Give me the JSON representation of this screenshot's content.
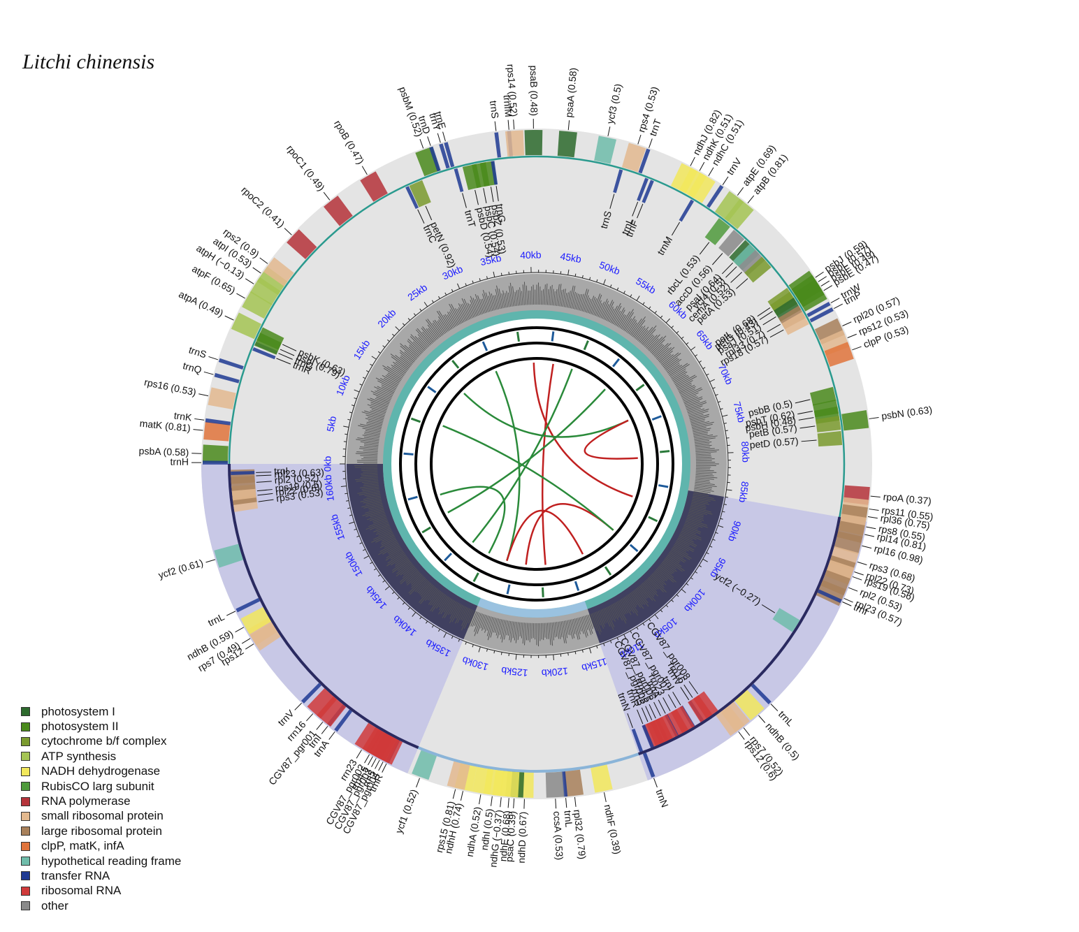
{
  "title": "Litchi chinensis",
  "legend": [
    {
      "label": "photosystem I",
      "color": "#2d6a2d"
    },
    {
      "label": "photosystem II",
      "color": "#4a8a1c"
    },
    {
      "label": "cytochrome b/f complex",
      "color": "#7a9a2e"
    },
    {
      "label": "ATP synthesis",
      "color": "#a5c454"
    },
    {
      "label": "NADH dehydrogenase",
      "color": "#f2e85c"
    },
    {
      "label": "RubisCO larg subunit",
      "color": "#4f9a3c"
    },
    {
      "label": "RNA polymerase",
      "color": "#b5333a"
    },
    {
      "label": "small ribosomal protein",
      "color": "#e3b98f"
    },
    {
      "label": "large ribosomal protein",
      "color": "#a8805a"
    },
    {
      "label": "clpP, matK, infA",
      "color": "#e0743c"
    },
    {
      "label": "hypothetical reading frame",
      "color": "#6fbcaa"
    },
    {
      "label": "transfer RNA",
      "color": "#1f3a93"
    },
    {
      "label": "ribosomal RNA",
      "color": "#d03a3a"
    },
    {
      "label": "other",
      "color": "#8a8a8a"
    }
  ],
  "kb_ticks": [
    "0kb",
    "5kb",
    "10kb",
    "15kb",
    "20kb",
    "25kb",
    "30kb",
    "35kb",
    "40kb",
    "45kb",
    "50kb",
    "55kb",
    "60kb",
    "65kb",
    "70kb",
    "75kb",
    "80kb",
    "85kb",
    "90kb",
    "95kb",
    "100kb",
    "105kb",
    "110kb",
    "115kb",
    "120kb",
    "125kb",
    "130kb",
    "135kb",
    "140kb",
    "145kb",
    "150kb",
    "155kb",
    "160kb"
  ],
  "genes_outer": [
    {
      "name": "psbA (0.58)",
      "kb": 0.8,
      "out": true,
      "cls": "ps2"
    },
    {
      "name": "trnH",
      "kb": 0.1,
      "out": true,
      "cls": "trna"
    },
    {
      "name": "matK (0.81)",
      "kb": 2.6,
      "out": true,
      "cls": "clp"
    },
    {
      "name": "trnK",
      "kb": 3.4,
      "out": true,
      "cls": "trna"
    },
    {
      "name": "rps16 (0.53)",
      "kb": 5.3,
      "out": true,
      "cls": "srp"
    },
    {
      "name": "trnQ",
      "kb": 7.0,
      "out": true,
      "cls": "trna"
    },
    {
      "name": "trnS",
      "kb": 8.2,
      "out": true,
      "cls": "trna"
    },
    {
      "name": "atpA (0.49)",
      "kb": 11.5,
      "out": true,
      "cls": "atp"
    },
    {
      "name": "atpF (0.65)",
      "kb": 13.4,
      "out": true,
      "cls": "atp"
    },
    {
      "name": "atpH (−0.13)",
      "kb": 14.7,
      "out": true,
      "cls": "atp"
    },
    {
      "name": "atpI (0.53)",
      "kb": 15.7,
      "out": true,
      "cls": "atp"
    },
    {
      "name": "rps2 (0.9)",
      "kb": 16.6,
      "out": true,
      "cls": "srp"
    },
    {
      "name": "rpoC2 (0.41)",
      "kb": 19.5,
      "out": true,
      "cls": "rpo"
    },
    {
      "name": "rpoC1 (0.49)",
      "kb": 23.5,
      "out": true,
      "cls": "rpo"
    },
    {
      "name": "rpoB (0.47)",
      "kb": 27.0,
      "out": true,
      "cls": "rpo"
    },
    {
      "name": "psbM (0.52)",
      "kb": 31.8,
      "out": true,
      "cls": "ps2"
    },
    {
      "name": "trnD",
      "kb": 32.4,
      "out": true,
      "cls": "trna"
    },
    {
      "name": "trnY",
      "kb": 33.2,
      "out": true,
      "cls": "trna"
    },
    {
      "name": "trnE",
      "kb": 33.6,
      "out": true,
      "cls": "trna"
    },
    {
      "name": "trnS",
      "kb": 37.6,
      "out": true,
      "cls": "trna"
    },
    {
      "name": "trnfM",
      "kb": 38.6,
      "out": true,
      "cls": "trna"
    },
    {
      "name": "rps14 (0.52)",
      "kb": 39.0,
      "out": true,
      "cls": "srp"
    },
    {
      "name": "psaB (0.48)",
      "kb": 40.5,
      "out": true,
      "cls": "ps1"
    },
    {
      "name": "psaA (0.58)",
      "kb": 43.2,
      "out": true,
      "cls": "ps1"
    },
    {
      "name": "ycf3 (0.5)",
      "kb": 46.3,
      "out": true,
      "cls": "hyp"
    },
    {
      "name": "rps4 (0.53)",
      "kb": 48.7,
      "out": true,
      "cls": "srp"
    },
    {
      "name": "trnT",
      "kb": 49.6,
      "out": true,
      "cls": "trna"
    },
    {
      "name": "ndhJ (0.82)",
      "kb": 53.1,
      "out": true,
      "cls": "ndh"
    },
    {
      "name": "ndhK (0.51)",
      "kb": 53.9,
      "out": true,
      "cls": "ndh"
    },
    {
      "name": "ndhC (0.51)",
      "kb": 54.7,
      "out": true,
      "cls": "ndh"
    },
    {
      "name": "trnV",
      "kb": 56.0,
      "out": true,
      "cls": "trna"
    },
    {
      "name": "atpE (0.69)",
      "kb": 57.4,
      "out": true,
      "cls": "atp"
    },
    {
      "name": "atpB (0.81)",
      "kb": 58.4,
      "out": true,
      "cls": "atp"
    },
    {
      "name": "psbJ (0.59)",
      "kb": 66.2,
      "out": true,
      "cls": "ps2"
    },
    {
      "name": "psbL (0.57)",
      "kb": 66.6,
      "out": true,
      "cls": "ps2"
    },
    {
      "name": "psbF (0.49)",
      "kb": 67.0,
      "out": true,
      "cls": "ps2"
    },
    {
      "name": "psbE (0.47)",
      "kb": 67.4,
      "out": true,
      "cls": "ps2"
    },
    {
      "name": "trnW",
      "kb": 68.5,
      "out": true,
      "cls": "trna"
    },
    {
      "name": "trnP",
      "kb": 69.0,
      "out": true,
      "cls": "trna"
    },
    {
      "name": "rpl20 (0.57)",
      "kb": 70.5,
      "out": true,
      "cls": "lrp"
    },
    {
      "name": "rps12 (0.53)",
      "kb": 71.5,
      "out": true,
      "cls": "srp"
    },
    {
      "name": "clpP (0.53)",
      "kb": 72.5,
      "out": true,
      "cls": "clp"
    },
    {
      "name": "psbN (0.63)",
      "kb": 78.0,
      "out": true,
      "cls": "ps2"
    },
    {
      "name": "rpoA (0.37)",
      "kb": 84.0,
      "out": true,
      "cls": "rpo"
    },
    {
      "name": "rps11 (0.55)",
      "kb": 85.0,
      "out": true,
      "cls": "srp"
    },
    {
      "name": "rpl36 (0.75)",
      "kb": 85.6,
      "out": true,
      "cls": "lrp"
    },
    {
      "name": "rps8 (0.55)",
      "kb": 86.4,
      "out": true,
      "cls": "srp"
    },
    {
      "name": "rpl14 (0.81)",
      "kb": 87.0,
      "out": true,
      "cls": "lrp"
    },
    {
      "name": "rpl16 (0.98)",
      "kb": 87.9,
      "out": true,
      "cls": "lrp"
    },
    {
      "name": "rps3 (0.68)",
      "kb": 89.2,
      "out": true,
      "cls": "srp"
    },
    {
      "name": "rpl22 (0.73)",
      "kb": 90.0,
      "out": true,
      "cls": "lrp"
    },
    {
      "name": "rps19 (0.56)",
      "kb": 90.4,
      "out": true,
      "cls": "srp"
    },
    {
      "name": "rpl2 (0.53)",
      "kb": 91.3,
      "out": true,
      "cls": "lrp"
    },
    {
      "name": "rpl23 (0.57)",
      "kb": 92.2,
      "out": true,
      "cls": "lrp"
    },
    {
      "name": "trnI",
      "kb": 92.5,
      "out": true,
      "cls": "trna"
    },
    {
      "name": "trnL",
      "kb": 102.2,
      "out": true,
      "cls": "trna"
    },
    {
      "name": "ndhB (0.5)",
      "kb": 103.5,
      "out": true,
      "cls": "ndh"
    },
    {
      "name": "rps7 (0.52)",
      "kb": 105.0,
      "out": true,
      "cls": "srp"
    },
    {
      "name": "rps12 (0.6)",
      "kb": 105.5,
      "out": true,
      "cls": "srp"
    },
    {
      "name": "trnN",
      "kb": 113.0,
      "out": true,
      "cls": "trna"
    },
    {
      "name": "ndhF (0.39)",
      "kb": 117.0,
      "out": true,
      "cls": "ndh"
    },
    {
      "name": "rpl32 (0.79)",
      "kb": 119.3,
      "out": true,
      "cls": "lrp"
    },
    {
      "name": "trnL",
      "kb": 120.0,
      "out": true,
      "cls": "trna"
    },
    {
      "name": "ccsA (0.53)",
      "kb": 120.8,
      "out": true,
      "cls": "oth"
    },
    {
      "name": "ndhD (0.67)",
      "kb": 123.2,
      "out": true,
      "cls": "ndh"
    },
    {
      "name": "psaC (0.39)",
      "kb": 124.0,
      "out": true,
      "cls": "ps1"
    },
    {
      "name": "ndhE (0.68)",
      "kb": 124.4,
      "out": true,
      "cls": "ndh"
    },
    {
      "name": "ndhG (−0.37)",
      "kb": 125.0,
      "out": true,
      "cls": "ndh"
    },
    {
      "name": "ndhI (0.5)",
      "kb": 125.7,
      "out": true,
      "cls": "ndh"
    },
    {
      "name": "ndhA (0.52)",
      "kb": 126.6,
      "out": true,
      "cls": "ndh"
    },
    {
      "name": "ndhH (0.74)",
      "kb": 128.0,
      "out": true,
      "cls": "ndh"
    },
    {
      "name": "rps15 (0.81)",
      "kb": 128.6,
      "out": true,
      "cls": "srp"
    },
    {
      "name": "ycf1 (0.52)",
      "kb": 131.5,
      "out": true,
      "cls": "hyp"
    },
    {
      "name": "trnR",
      "kb": 134.3,
      "out": true,
      "cls": "trna"
    },
    {
      "name": "CGV87_pgr004",
      "kb": 134.6,
      "out": true,
      "cls": "rrna"
    },
    {
      "name": "rrn5",
      "kb": 134.9,
      "out": true,
      "cls": "rrna"
    },
    {
      "name": "CGV87_pgr003",
      "kb": 135.2,
      "out": true,
      "cls": "rrna"
    },
    {
      "name": "rrn4.5",
      "kb": 135.5,
      "out": true,
      "cls": "rrna"
    },
    {
      "name": "CGV87_pgr002",
      "kb": 135.8,
      "out": true,
      "cls": "rrna"
    },
    {
      "name": "rrn23",
      "kb": 136.5,
      "out": true,
      "cls": "rrna"
    },
    {
      "name": "trnA",
      "kb": 139.0,
      "out": true,
      "cls": "trna"
    },
    {
      "name": "trnI",
      "kb": 139.7,
      "out": true,
      "cls": "trna"
    },
    {
      "name": "CGV87_pgr001",
      "kb": 140.2,
      "out": true,
      "cls": "rrna"
    },
    {
      "name": "rrn16",
      "kb": 141.2,
      "out": true,
      "cls": "rrna"
    },
    {
      "name": "trnV",
      "kb": 142.4,
      "out": true,
      "cls": "trna"
    },
    {
      "name": "rps12",
      "kb": 148.3,
      "out": true,
      "cls": "srp"
    },
    {
      "name": "rps7 (0.49)",
      "kb": 148.8,
      "out": true,
      "cls": "srp"
    },
    {
      "name": "ndhB (0.59)",
      "kb": 149.8,
      "out": true,
      "cls": "ndh"
    },
    {
      "name": "trnL",
      "kb": 151.2,
      "out": true,
      "cls": "trna"
    },
    {
      "name": "ycf2 (0.61)",
      "kb": 155.5,
      "out": true,
      "cls": "hyp"
    }
  ],
  "genes_inner": [
    {
      "name": "trnC",
      "kb": 29.4,
      "cls": "trna"
    },
    {
      "name": "petN (0.92)",
      "kb": 30.2,
      "cls": "cyt"
    },
    {
      "name": "trnT",
      "kb": 33.8,
      "cls": "trna"
    },
    {
      "name": "psbD (0.54)",
      "kb": 35.0,
      "cls": "ps2"
    },
    {
      "name": "psbC (0.54)",
      "kb": 35.8,
      "cls": "ps2"
    },
    {
      "name": "psbZ (0.53)",
      "kb": 36.5,
      "cls": "ps2"
    },
    {
      "name": "trnG",
      "kb": 37.0,
      "cls": "trna"
    },
    {
      "name": "trnS",
      "kb": 48.0,
      "cls": "trna"
    },
    {
      "name": "trnL",
      "kb": 50.3,
      "cls": "trna"
    },
    {
      "name": "trnF",
      "kb": 50.8,
      "cls": "trna"
    },
    {
      "name": "trnM",
      "kb": 54.6,
      "cls": "trna"
    },
    {
      "name": "rbcL (0.53)",
      "kb": 57.9,
      "cls": "rbc"
    },
    {
      "name": "accD (0.56)",
      "kb": 59.5,
      "cls": "oth"
    },
    {
      "name": "psaI (0.64)",
      "kb": 60.8,
      "cls": "ps1"
    },
    {
      "name": "ycf4 (0.5)",
      "kb": 61.3,
      "cls": "hyp"
    },
    {
      "name": "cemA (0.52)",
      "kb": 62.0,
      "cls": "oth"
    },
    {
      "name": "petA (0.53)",
      "kb": 62.8,
      "cls": "cyt"
    },
    {
      "name": "petL (0.68)",
      "kb": 66.2,
      "cls": "cyt"
    },
    {
      "name": "petG (0.43)",
      "kb": 66.6,
      "cls": "cyt"
    },
    {
      "name": "psaJ (0.51)",
      "kb": 67.2,
      "cls": "ps1"
    },
    {
      "name": "rpl33 (0.7)",
      "kb": 68.0,
      "cls": "lrp"
    },
    {
      "name": "rps18 (0.57)",
      "kb": 68.6,
      "cls": "srp"
    },
    {
      "name": "psbB (0.5)",
      "kb": 75.5,
      "cls": "ps2"
    },
    {
      "name": "psbT (0.62)",
      "kb": 76.6,
      "cls": "ps2"
    },
    {
      "name": "psbH (0.48)",
      "kb": 77.2,
      "cls": "ps2"
    },
    {
      "name": "petB (0.57)",
      "kb": 78.0,
      "cls": "cyt"
    },
    {
      "name": "petD (0.57)",
      "kb": 79.3,
      "cls": "cyt"
    },
    {
      "name": "ycf2 (−0.27)",
      "kb": 96.0,
      "cls": "hyp"
    },
    {
      "name": "trnN",
      "kb": 113.2,
      "cls": "trna"
    },
    {
      "name": "rps3 (0.53)",
      "kb": 159.5,
      "cls": "srp"
    },
    {
      "name": "rpl22 (0.6)",
      "kb": 160.1,
      "cls": "lrp"
    },
    {
      "name": "rps19 (0.5)",
      "kb": 160.5,
      "cls": "srp"
    },
    {
      "name": "rpl2 (0.52)",
      "kb": 161.3,
      "cls": "lrp"
    },
    {
      "name": "rpl23 (0.63)",
      "kb": 161.9,
      "cls": "lrp"
    },
    {
      "name": "trnI",
      "kb": 162.2,
      "cls": "trna"
    },
    {
      "name": "trnR",
      "kb": 10.0,
      "cls": "trna"
    },
    {
      "name": "trnG",
      "kb": 10.5,
      "cls": "trna"
    },
    {
      "name": "psbI (0.79)",
      "kb": 10.9,
      "cls": "ps2"
    },
    {
      "name": "psbK (0.63)",
      "kb": 11.4,
      "cls": "ps2"
    },
    {
      "name": "trnV",
      "kb": 107.4,
      "cls": "trna"
    },
    {
      "name": "CGV87_pgr008",
      "kb": 106.4,
      "cls": "rrna"
    },
    {
      "name": "rrn16",
      "kb": 107.0,
      "cls": "rrna"
    },
    {
      "name": "trnI",
      "kb": 108.3,
      "cls": "trna"
    },
    {
      "name": "CGV87_pgr007",
      "kb": 108.8,
      "cls": "rrna"
    },
    {
      "name": "rrn23",
      "kb": 109.4,
      "cls": "rrna"
    },
    {
      "name": "trnA",
      "kb": 109.9,
      "cls": "trna"
    },
    {
      "name": "CGV87_pgr006",
      "kb": 110.4,
      "cls": "rrna"
    },
    {
      "name": "rrn4.5",
      "kb": 110.9,
      "cls": "rrna"
    },
    {
      "name": "CGV87_pgr005",
      "kb": 111.3,
      "cls": "rrna"
    },
    {
      "name": "rrn5",
      "kb": 111.7,
      "cls": "rrna"
    },
    {
      "name": "trnR",
      "kb": 112.2,
      "cls": "trna"
    }
  ],
  "class_colors": {
    "ps1": "#2d6a2d",
    "ps2": "#4a8a1c",
    "cyt": "#7a9a2e",
    "atp": "#a5c454",
    "ndh": "#f2e85c",
    "rbc": "#4f9a3c",
    "rpo": "#b5333a",
    "srp": "#e3b98f",
    "lrp": "#a8805a",
    "clp": "#e0743c",
    "hyp": "#6fbcaa",
    "trna": "#1f3a93",
    "rrna": "#d03a3a",
    "oth": "#8a8a8a"
  },
  "genome": {
    "total_kb": 163.0,
    "ira_start_kb": 86.0,
    "ira_end_kb": 113.5,
    "irb_start_kb": 132.5,
    "irb_end_kb": 163.0
  }
}
